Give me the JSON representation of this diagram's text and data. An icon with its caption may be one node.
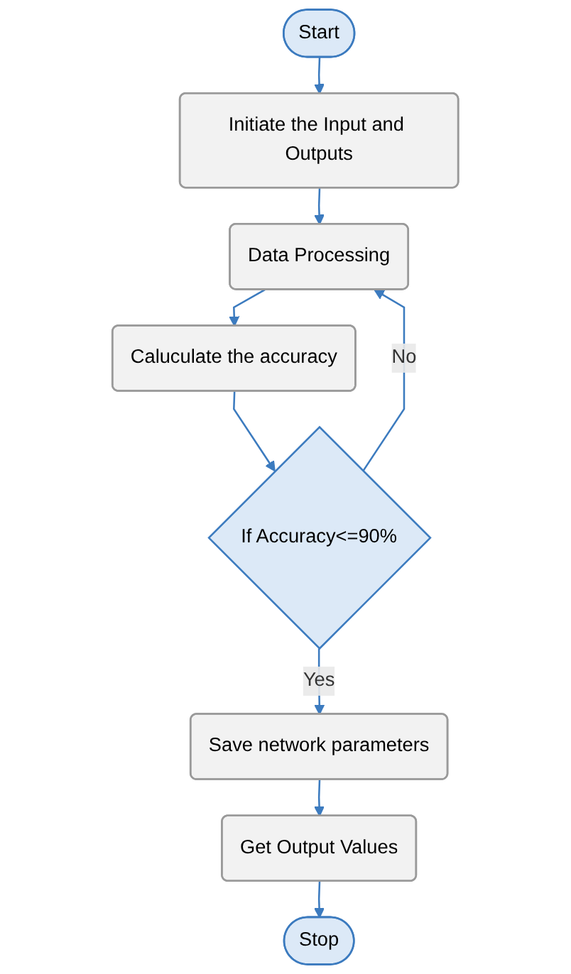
{
  "diagram": {
    "nodes": [
      {
        "text": [
          "Start"
        ]
      },
      {
        "text": [
          "Initiate the Input and Outputs"
        ]
      },
      {
        "text": [
          "Data Processing"
        ]
      },
      {
        "text": [
          "Caluculate the accuracy"
        ]
      },
      {
        "text": [
          "If Accuracy<=90%"
        ]
      },
      {
        "text": [
          "Save network parameters"
        ]
      },
      {
        "text": [
          "Get Output Values"
        ]
      },
      {
        "text": [
          "Stop"
        ]
      }
    ],
    "edges": [
      {
        "from": 0,
        "to": 1,
        "arrow": "to"
      },
      {
        "from": 1,
        "to": 2,
        "arrow": "to"
      },
      {
        "from": 2,
        "to": 3,
        "arrow": "to"
      },
      {
        "from": 3,
        "to": 4,
        "arrow": "to"
      },
      {
        "from": 4,
        "to": 2,
        "arrow": "to",
        "label": "No"
      },
      {
        "from": 4,
        "to": 5,
        "arrow": "to",
        "label": "Yes"
      },
      {
        "from": 5,
        "to": 6,
        "arrow": "to"
      },
      {
        "from": 6,
        "to": 7,
        "arrow": "to"
      }
    ]
  }
}
